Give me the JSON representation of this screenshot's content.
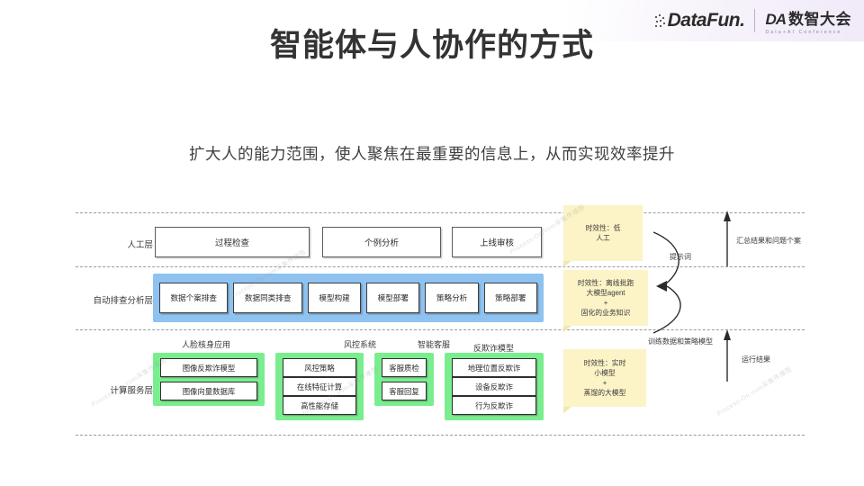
{
  "header": {
    "title": "智能体与人协作的方式",
    "logo_datafun": "DataFun.",
    "logo_da_badge": "DA",
    "logo_da_name": "数智大会",
    "logo_da_sub": "Data+AI Conference"
  },
  "subtitle": "扩大人的能力范围，使人聚焦在最重要的信息上，从而实现效率提升",
  "diagram": {
    "row_labels": {
      "human": "人工层",
      "auto": "自动排查分析层",
      "compute": "计算服务层"
    },
    "human_layer": [
      {
        "label": "过程检查"
      },
      {
        "label": "个例分析"
      },
      {
        "label": "上线审核"
      }
    ],
    "auto_layer": [
      {
        "label": "数据个案排查"
      },
      {
        "label": "数据同类排查"
      },
      {
        "label": "模型构建"
      },
      {
        "label": "模型部署"
      },
      {
        "label": "策略分析"
      },
      {
        "label": "策略部署"
      }
    ],
    "compute_layer": [
      {
        "caption": "人脸核身应用",
        "items": [
          "图像反欺诈模型",
          "图像向量数据库"
        ]
      },
      {
        "caption": "风控系统",
        "items": [
          "风控策略",
          "在线特征计算",
          "高性能存储"
        ]
      },
      {
        "caption": "智能客服",
        "items": [
          "客服质检",
          "客服回复"
        ]
      },
      {
        "caption": "反欺诈模型",
        "items": [
          "地理位置反欺诈",
          "设备反欺诈",
          "行为反欺诈"
        ]
      }
    ],
    "sticky_notes": [
      {
        "lines": [
          "时效性：低",
          "人工"
        ]
      },
      {
        "lines": [
          "时效性：离线批跑",
          "大模型agent",
          "+",
          "固化的业务知识"
        ]
      },
      {
        "lines": [
          "时效性：实时",
          "小模型",
          "+",
          "蒸馏的大模型"
        ]
      }
    ],
    "arrow_labels": {
      "prompt": "提示词",
      "summary": "汇总结果和问题个案",
      "training": "训练数据和策略模型",
      "runtime": "运行结果"
    }
  },
  "colors": {
    "blue_band": "#8ec2f0",
    "green_group": "#7aee8e",
    "sticky": "#fcf3c7",
    "title": "#333333"
  },
  "watermark": "Process-On.com采集传播图"
}
